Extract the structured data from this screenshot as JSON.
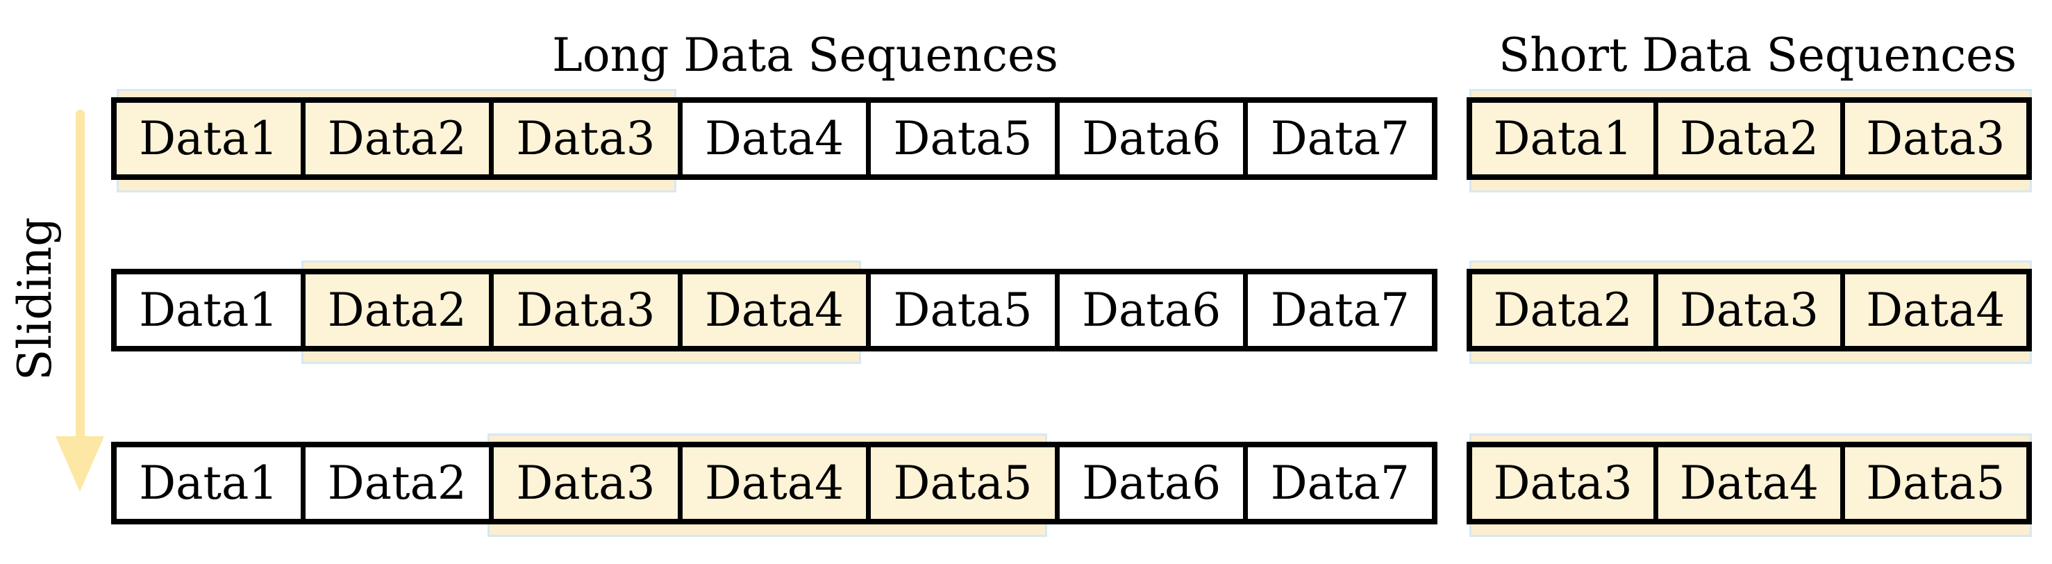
{
  "titles": {
    "long": "Long Data Sequences",
    "short": "Short Data Sequences"
  },
  "arrow": {
    "label": "Sliding",
    "color": "#fde7a4"
  },
  "highlight_color": "#fdf3d7",
  "long_sequences": [
    {
      "cells": [
        "Data1",
        "Data2",
        "Data3",
        "Data4",
        "Data5",
        "Data6",
        "Data7"
      ],
      "window": [
        0,
        1,
        2
      ]
    },
    {
      "cells": [
        "Data1",
        "Data2",
        "Data3",
        "Data4",
        "Data5",
        "Data6",
        "Data7"
      ],
      "window": [
        1,
        2,
        3
      ]
    },
    {
      "cells": [
        "Data1",
        "Data2",
        "Data3",
        "Data4",
        "Data5",
        "Data6",
        "Data7"
      ],
      "window": [
        2,
        3,
        4
      ]
    }
  ],
  "short_sequences": [
    {
      "cells": [
        "Data1",
        "Data2",
        "Data3"
      ]
    },
    {
      "cells": [
        "Data2",
        "Data3",
        "Data4"
      ]
    },
    {
      "cells": [
        "Data3",
        "Data4",
        "Data5"
      ]
    }
  ]
}
